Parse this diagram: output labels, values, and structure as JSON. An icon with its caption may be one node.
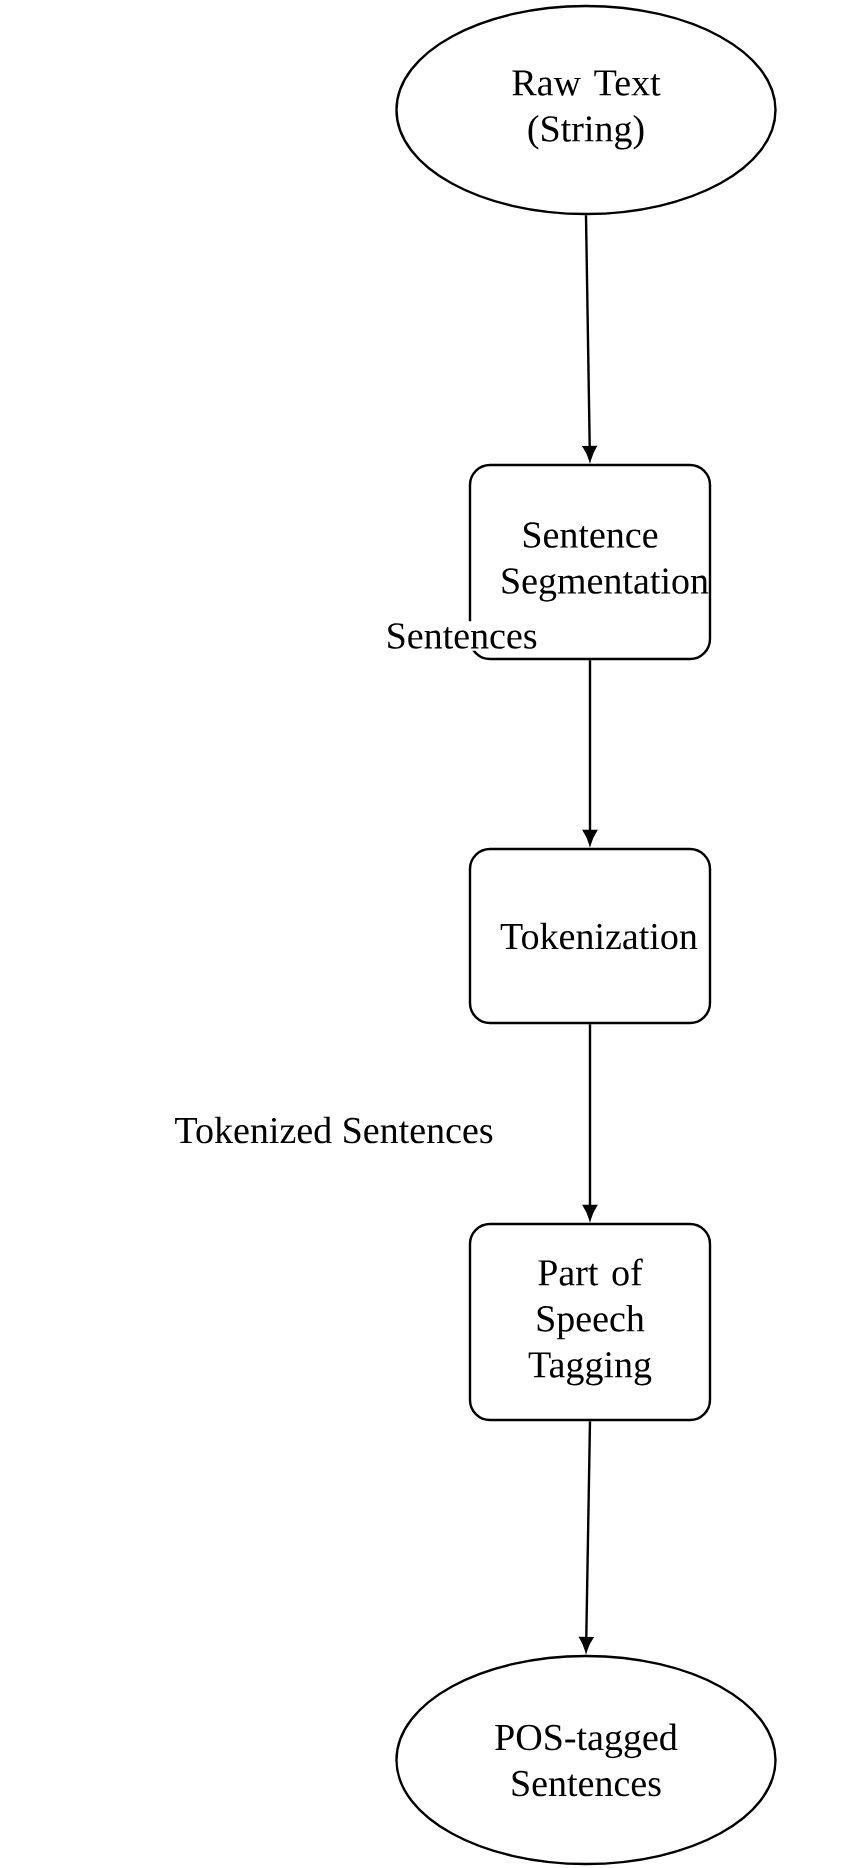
{
  "diagram": {
    "nodes": [
      {
        "text": [
          "Raw Text (String)"
        ]
      },
      {
        "text": [
          "Sentence Segmentation"
        ]
      },
      {
        "text": [
          "Tokenization"
        ]
      },
      {
        "text": [
          "Part of Speech Tagging"
        ]
      },
      {
        "text": [
          "POS-tagged Sentences"
        ]
      }
    ],
    "edges": [
      {
        "from": 0,
        "to": 1,
        "arrow": "to"
      },
      {
        "from": 1,
        "to": 2,
        "arrow": "to",
        "label": "Sentences"
      },
      {
        "from": 2,
        "to": 3,
        "arrow": "to",
        "label": "Tokenized Sentences"
      },
      {
        "from": 3,
        "to": 4,
        "arrow": "to"
      }
    ]
  }
}
